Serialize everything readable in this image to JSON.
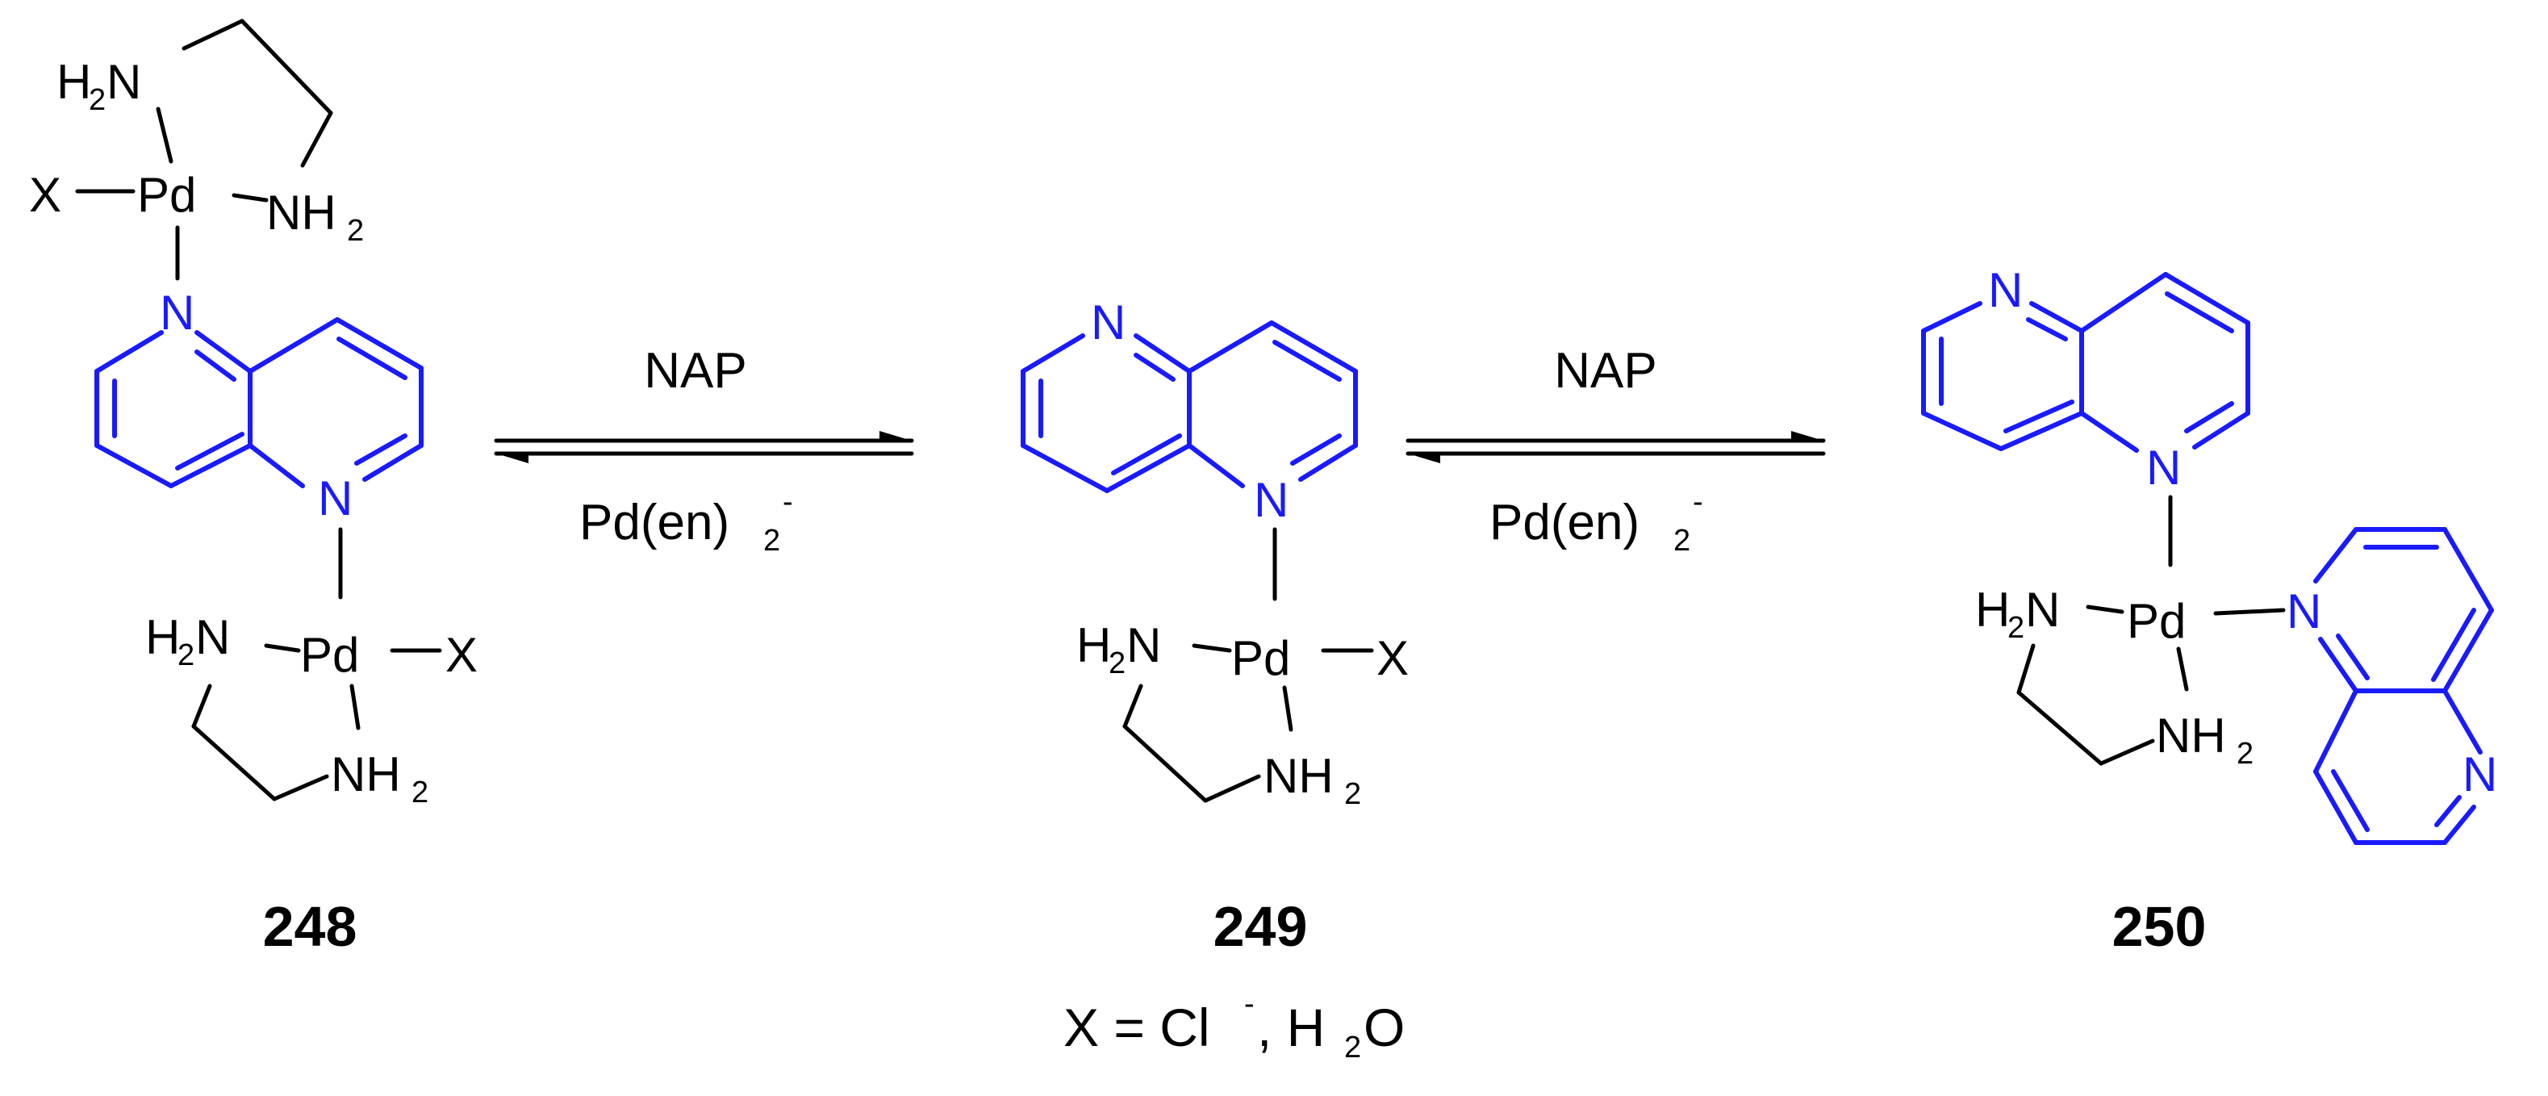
{
  "colors": {
    "ring": "#1a1aff",
    "ink": "#000000",
    "background": "#ffffff"
  },
  "atoms": {
    "N": "N",
    "Pd": "Pd",
    "X": "X",
    "H": "H",
    "NH": "NH",
    "two": "2"
  },
  "arrows": [
    {
      "top_label": "NAP",
      "bottom_label_main": "Pd(en)",
      "bottom_label_sub": "2",
      "bottom_label_sup": "-"
    },
    {
      "top_label": "NAP",
      "bottom_label_main": "Pd(en)",
      "bottom_label_sub": "2",
      "bottom_label_sup": "-"
    }
  ],
  "compounds": [
    {
      "label": "248"
    },
    {
      "label": "249"
    },
    {
      "label": "250"
    }
  ],
  "legend": {
    "lhs": "X = Cl",
    "cl_sup": "-",
    "mid": ", H",
    "sub": "2",
    "end": "O"
  }
}
